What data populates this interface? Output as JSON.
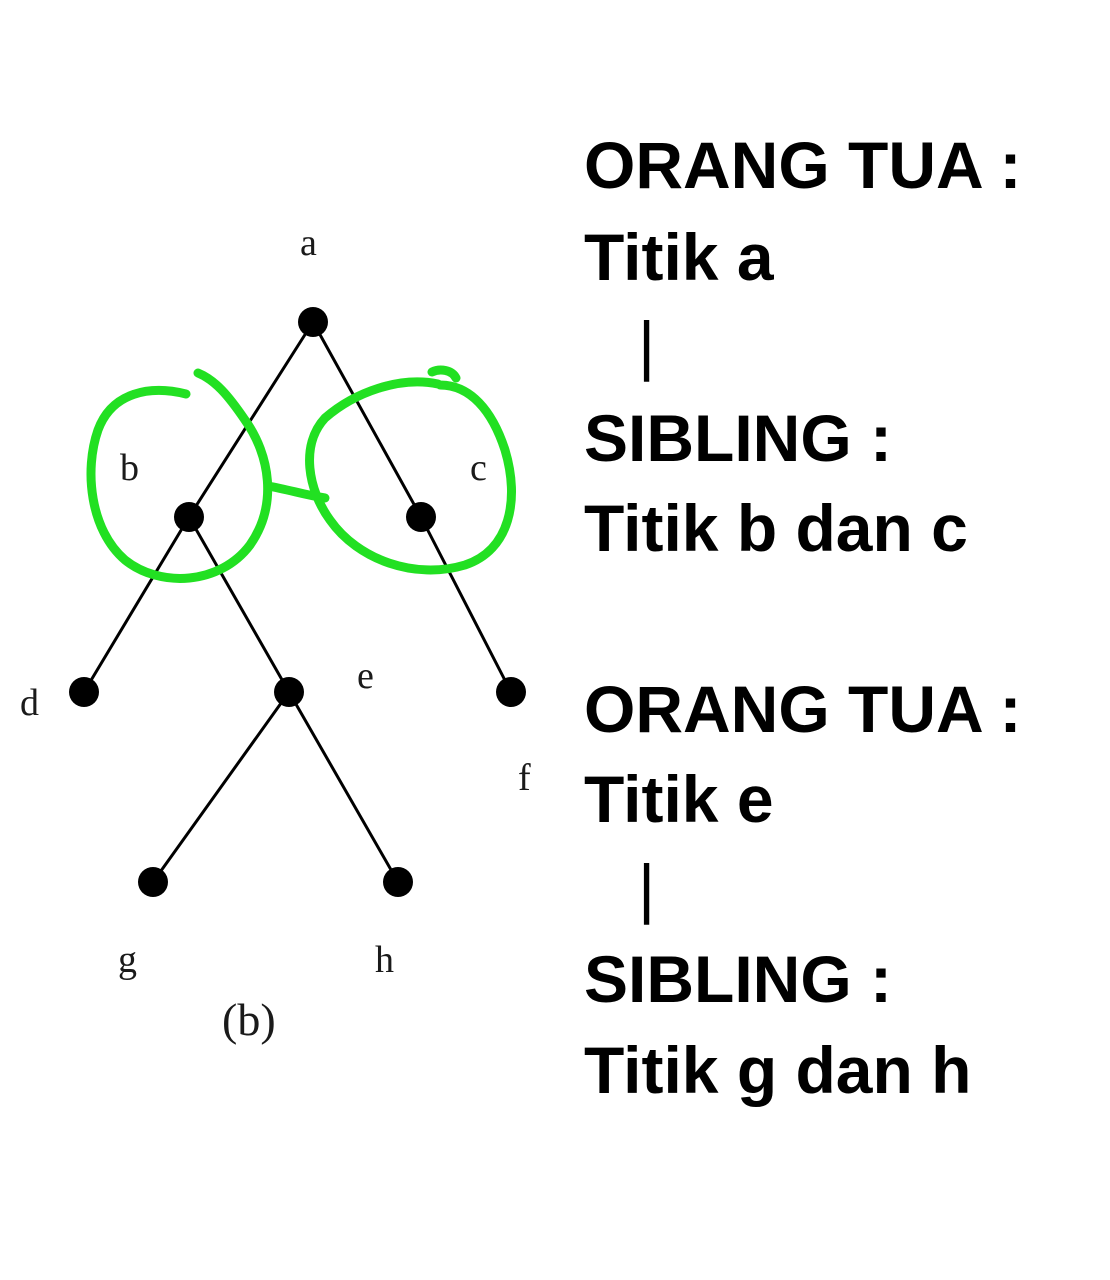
{
  "tree": {
    "nodes": [
      {
        "id": "a",
        "label": "a"
      },
      {
        "id": "b",
        "label": "b"
      },
      {
        "id": "c",
        "label": "c"
      },
      {
        "id": "d",
        "label": "d"
      },
      {
        "id": "e",
        "label": "e"
      },
      {
        "id": "f",
        "label": "f"
      },
      {
        "id": "g",
        "label": "g"
      },
      {
        "id": "h",
        "label": "h"
      }
    ],
    "edges": [
      [
        "a",
        "b"
      ],
      [
        "a",
        "c"
      ],
      [
        "b",
        "d"
      ],
      [
        "b",
        "e"
      ],
      [
        "c",
        "f"
      ],
      [
        "e",
        "g"
      ],
      [
        "e",
        "h"
      ]
    ],
    "caption": "(b)",
    "highlighted_nodes": [
      "b",
      "c"
    ],
    "highlight_color": "#22e022"
  },
  "notes": {
    "block1": {
      "parent_heading": "ORANG TUA :",
      "parent_value": "Titik a",
      "connector": "|",
      "sibling_heading": "SIBLING :",
      "sibling_value": "Titik b dan c"
    },
    "block2": {
      "parent_heading": "ORANG TUA :",
      "parent_value": "Titik e",
      "connector": "|",
      "sibling_heading": "SIBLING :",
      "sibling_value": "Titik g dan h"
    }
  }
}
